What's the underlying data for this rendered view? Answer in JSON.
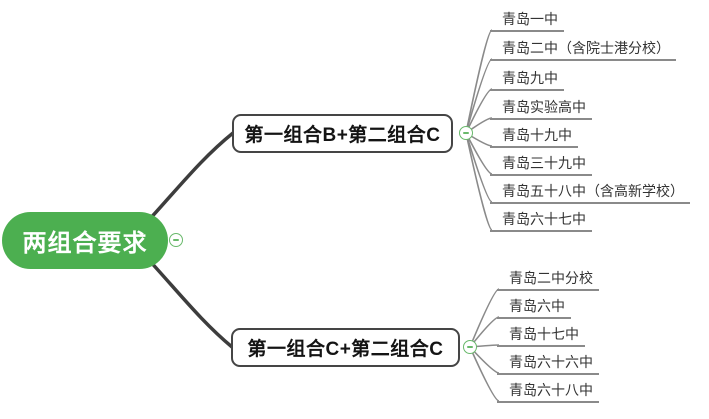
{
  "root": {
    "label": "两组合要求"
  },
  "branches": [
    {
      "label": "第一组合B+第二组合C",
      "children": [
        "青岛一中",
        "青岛二中（含院士港分校）",
        "青岛九中",
        "青岛实验高中",
        "青岛十九中",
        "青岛三十九中",
        "青岛五十八中（含高新学校）",
        "青岛六十七中"
      ]
    },
    {
      "label": "第一组合C+第二组合C",
      "children": [
        "青岛二中分校",
        "青岛六中",
        "青岛十七中",
        "青岛六十六中",
        "青岛六十八中"
      ]
    }
  ],
  "icons": {
    "collapse": "minus-circle"
  },
  "colors": {
    "root_fill": "#4caf50",
    "branch_border": "#454545",
    "main_connector": "#3d3d3d",
    "leaf_connector": "#8a8a8a",
    "collapse_green": "#69b96b",
    "leaf_text": "#333333"
  }
}
